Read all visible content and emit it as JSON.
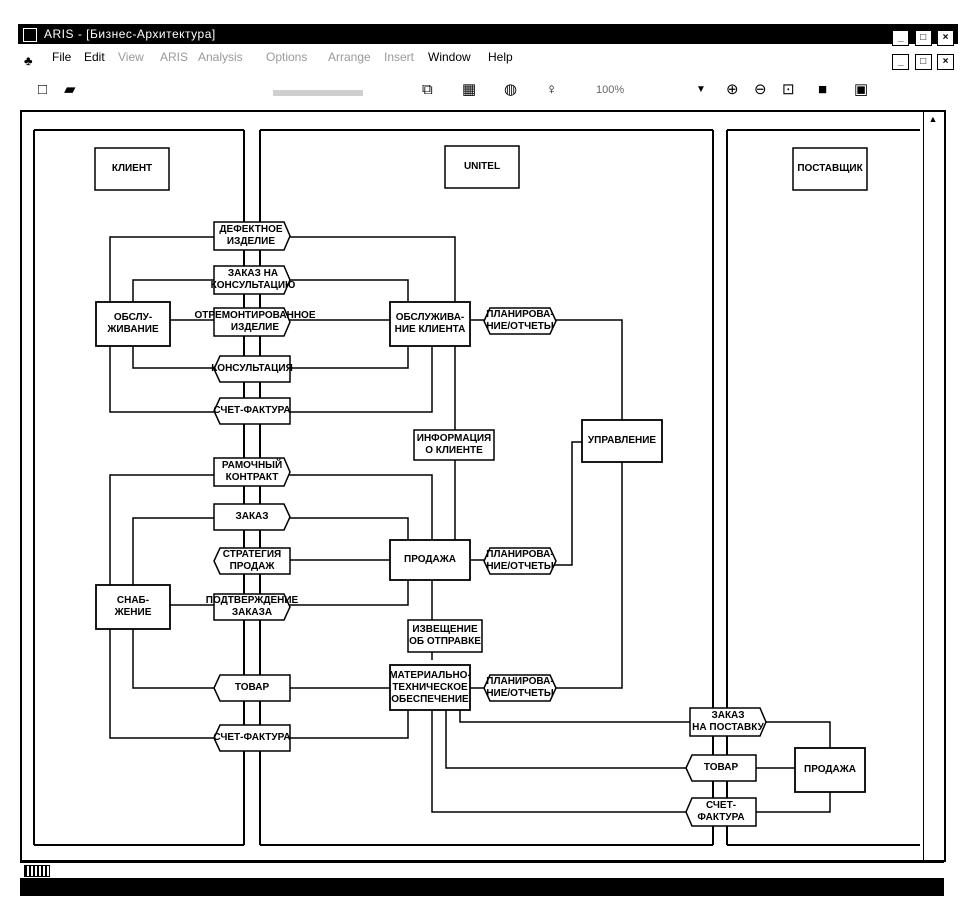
{
  "window": {
    "title": "ARIS - [Бизнес-Архитектура]",
    "controls": [
      "_",
      "□",
      "×"
    ]
  },
  "menu": {
    "items": [
      "File",
      "Edit",
      "View",
      "ARIS",
      "Analysis",
      "Options",
      "Arrange",
      "Insert",
      "Window",
      "Help"
    ],
    "faint_from": 2
  },
  "toolbar": {
    "zoom": "100%"
  },
  "lanes": {
    "client": "КЛИЕНТ",
    "unitel": "UNITEL",
    "supplier": "ПОСТАВЩИК"
  },
  "functions": {
    "service_client": "ОБСЛУ-\nЖИВАНИЕ",
    "service_unitel": "ОБСЛУЖИВА-\nНИЕ КЛИЕНТА",
    "management": "УПРАВЛЕНИЕ",
    "sales": "ПРОДАЖА",
    "supply": "СНАБ-\nЖЕНИЕ",
    "logistics": "МАТЕРИАЛЬНО-\nТЕХНИЧЕСКОЕ\nОБЕСПЕЧЕНИЕ",
    "supplier_sales": "ПРОДАЖА"
  },
  "information": {
    "defective": "ДЕФЕКТНОЕ\nИЗДЕЛИЕ",
    "consult_order": "ЗАКАЗ НА\nКОНСУЛЬТАЦИЮ",
    "tested_product": "ОТРЕМОНТИРОВАННОЕ\nИЗДЕЛИЕ",
    "consultation": "КОНСУЛЬТАЦИЯ",
    "invoice1": "СЧЕТ-ФАКТУРА",
    "planning1": "ПЛАНИРОВА-\nНИЕ/ОТЧЕТЫ",
    "client_info": "ИНФОРМАЦИЯ\nО КЛИЕНТЕ",
    "framework": "РАМОЧНЫЙ\nКОНТРАКТ",
    "order": "ЗАКАЗ",
    "strategy": "СТРАТЕГИЯ\nПРОДАЖ",
    "confirmation": "ПОДТВЕРЖДЕНИЕ\nЗАКАЗА",
    "planning2": "ПЛАНИРОВА-\nНИЕ/ОТЧЕТЫ",
    "shipping_notice": "ИЗВЕЩЕНИЕ\nОБ ОТПРАВКЕ",
    "goods": "ТОВАР",
    "planning3": "ПЛАНИРОВА-\nНИЕ/ОТЧЕТЫ",
    "invoice2": "СЧЕТ-ФАКТУРА",
    "supply_order": "ЗАКАЗ\nНА ПОСТАВКУ",
    "goods2": "ТОВАР",
    "invoice3": "СЧЕТ-\nФАКТУРА"
  }
}
